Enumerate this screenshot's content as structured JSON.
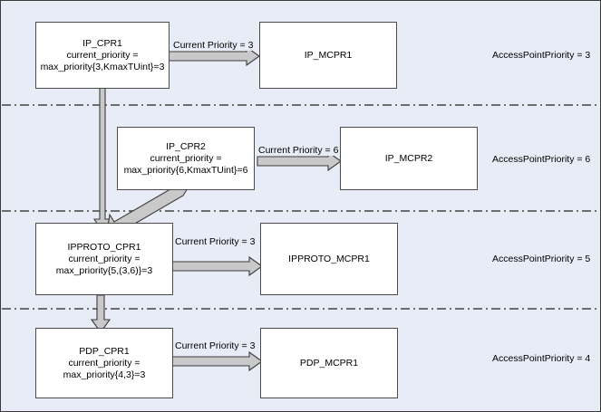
{
  "diagram": {
    "background_color": "#e8ecf6",
    "node_fill": "#ffffff",
    "node_border": "#4a4a4a",
    "arrow_fill": "#c8c8c8",
    "arrow_stroke": "#3c3c3c",
    "divider_color": "#444444",
    "bands": [
      {
        "id": "band-1",
        "access_point_priority": "AccessPointPriority = 3"
      },
      {
        "id": "band-2",
        "access_point_priority": "AccessPointPriority = 6"
      },
      {
        "id": "band-3",
        "access_point_priority": "AccessPointPriority = 5"
      },
      {
        "id": "band-4",
        "access_point_priority": "AccessPointPriority = 4"
      }
    ],
    "nodes": [
      {
        "id": "ip-cpr1",
        "lines": [
          "IP_CPR1",
          "current_priority =",
          "max_priority{3,KmaxTUint}=3"
        ]
      },
      {
        "id": "ip-mcpr1",
        "lines": [
          "IP_MCPR1"
        ]
      },
      {
        "id": "ip-cpr2",
        "lines": [
          "IP_CPR2",
          "current_priority =",
          "max_priority{6,KmaxTUint}=6"
        ]
      },
      {
        "id": "ip-mcpr2",
        "lines": [
          "IP_MCPR2"
        ]
      },
      {
        "id": "ipproto-cpr1",
        "lines": [
          "IPPROTO_CPR1",
          "current_priority =",
          "max_priority{5,(3,6)}=3"
        ]
      },
      {
        "id": "ipproto-mcpr1",
        "lines": [
          "IPPROTO_MCPR1"
        ]
      },
      {
        "id": "pdp-cpr1",
        "lines": [
          "PDP_CPR1",
          "current_priority =",
          "max_priority{4,3}=3"
        ]
      },
      {
        "id": "pdp-mcpr1",
        "lines": [
          "PDP_MCPR1"
        ]
      }
    ],
    "edges": [
      {
        "id": "edge-ip-cpr1-to-ip-mcpr1",
        "label": "Current Priority = 3"
      },
      {
        "id": "edge-ip-cpr2-to-ip-mcpr2",
        "label": "Current Priority = 6"
      },
      {
        "id": "edge-ipproto-cpr1-to-ipproto-mcpr1",
        "label": "Current Priority = 3"
      },
      {
        "id": "edge-pdp-cpr1-to-pdp-mcpr1",
        "label": "Current Priority = 3"
      },
      {
        "id": "edge-ip-cpr1-to-ipproto-cpr1",
        "label": ""
      },
      {
        "id": "edge-ip-cpr2-to-ipproto-cpr1",
        "label": ""
      },
      {
        "id": "edge-ipproto-cpr1-to-pdp-cpr1",
        "label": ""
      }
    ]
  }
}
